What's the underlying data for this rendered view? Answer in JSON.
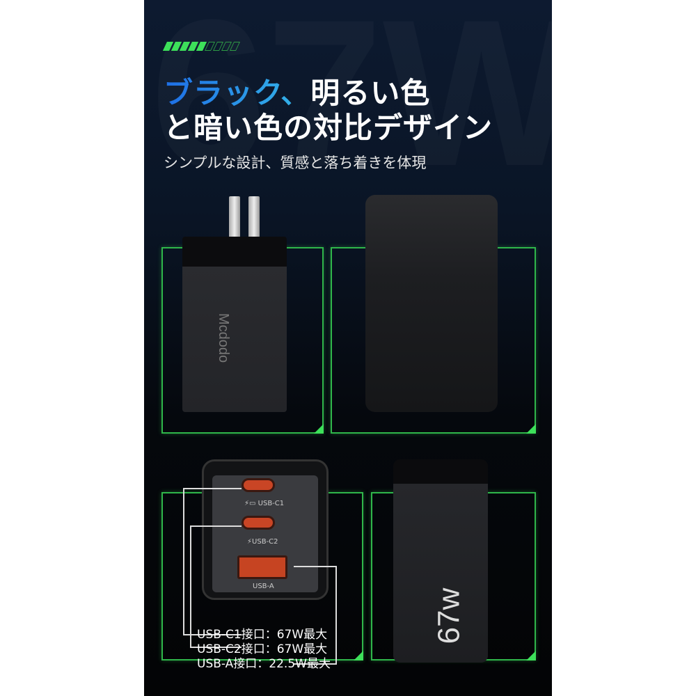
{
  "header": {
    "progress": {
      "filled": 5,
      "total": 9,
      "color": "#3de05a"
    },
    "title_accent": "ブラック、",
    "title_line1_rest": "明るい色",
    "title_line2": "と暗い色の対比デザイン",
    "subtitle": "シンプルな設計、質感と落ち着きを体現",
    "background_text": "67W"
  },
  "product": {
    "brand": "Mcdodo",
    "wattage": "67w",
    "ports": [
      {
        "label": "USB-C1",
        "icon": "bolt-laptop-icon"
      },
      {
        "label": "USB-C2",
        "icon": "bolt-icon"
      },
      {
        "label": "USB-A",
        "icon": ""
      }
    ],
    "specs": [
      "USB-C1接口：67W最大",
      "USB-C2接口：67W最大",
      "USB-A接口：22.5W最大"
    ]
  },
  "colors": {
    "accent_green": "#3de05a",
    "port_orange": "#c94525",
    "title_blue": "#1e6ee6"
  }
}
